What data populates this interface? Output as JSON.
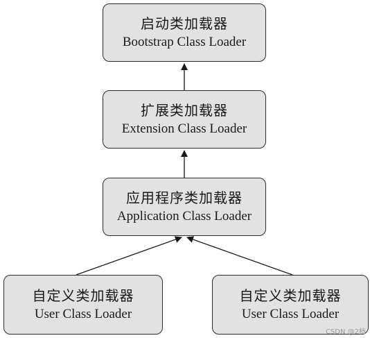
{
  "nodes": {
    "bootstrap": {
      "cn": "启动类加载器",
      "en": "Bootstrap Class Loader"
    },
    "extension": {
      "cn": "扩展类加载器",
      "en": "Extension Class Loader"
    },
    "application": {
      "cn": "应用程序类加载器",
      "en": "Application Class Loader"
    },
    "user_left": {
      "cn": "自定义类加载器",
      "en": "User Class Loader"
    },
    "user_right": {
      "cn": "自定义类加载器",
      "en": "User Class Loader"
    }
  },
  "edges": [
    {
      "from": "extension",
      "to": "bootstrap"
    },
    {
      "from": "application",
      "to": "extension"
    },
    {
      "from": "user_left",
      "to": "application"
    },
    {
      "from": "user_right",
      "to": "application"
    }
  ],
  "watermark": "CSDN @2档"
}
